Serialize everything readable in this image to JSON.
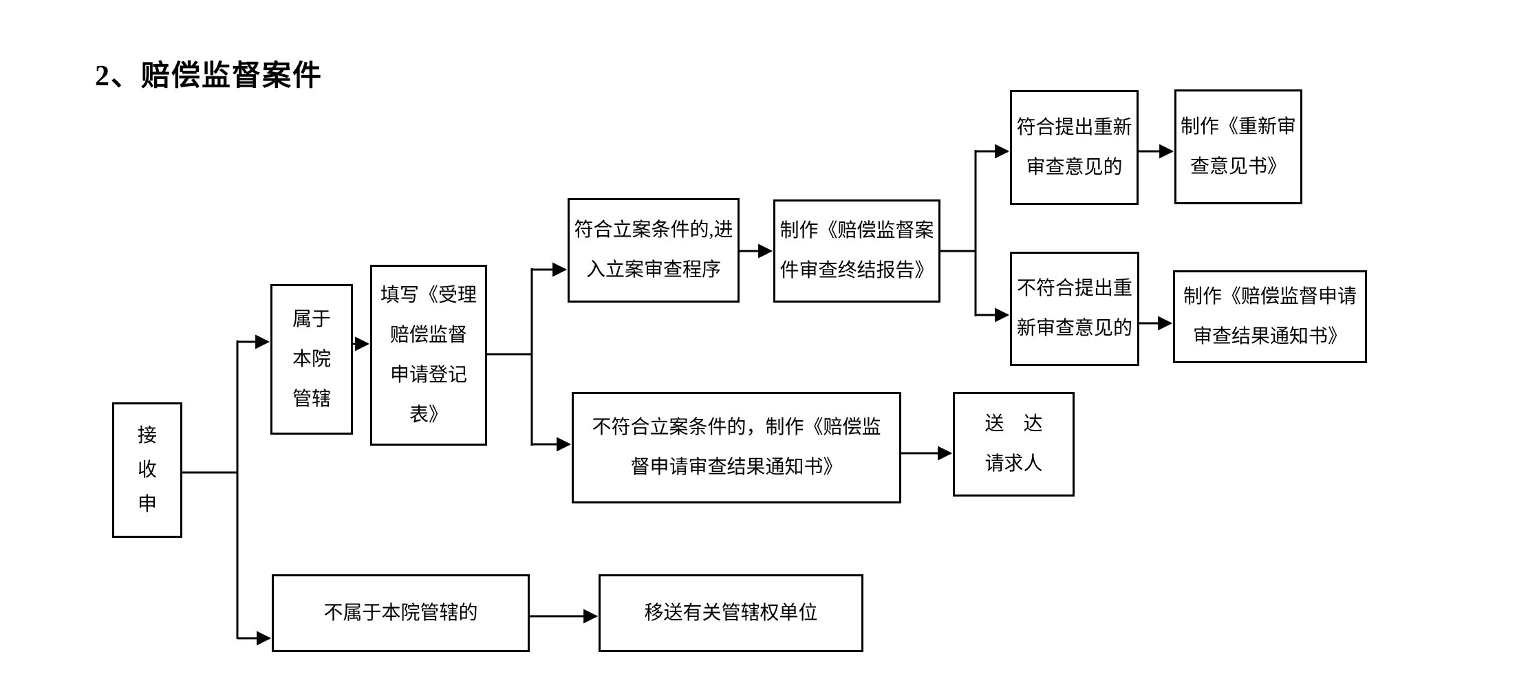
{
  "title": "2、赔偿监督案件",
  "colors": {
    "ink": "#000000",
    "background": "#ffffff"
  },
  "nodes": [
    {
      "id": "receive-application",
      "label": "接\n收\n申"
    },
    {
      "id": "within-jurisdiction",
      "label": "属于\n本院\n管辖"
    },
    {
      "id": "fill-registration-form",
      "label": "填写《受理\n赔偿监督\n申请登记\n表》"
    },
    {
      "id": "meets-filing-conditions",
      "label": "符合立案条件的,进\n入立案审查程序"
    },
    {
      "id": "make-case-review-final-report",
      "label": "制作《赔偿监督案\n件审查终结报告》"
    },
    {
      "id": "meets-reexamination-opinion",
      "label": "符合提出重新\n审查意见的"
    },
    {
      "id": "make-reexamination-opinion-doc",
      "label": "制作《重新审\n查意见书》"
    },
    {
      "id": "not-meets-reexamination-opinion",
      "label": "不符合提出重\n新审查意见的"
    },
    {
      "id": "make-review-result-notice",
      "label": "制作《赔偿监督申请\n审查结果通知书》"
    },
    {
      "id": "not-meets-filing-conditions",
      "label": "不符合立案条件的，制作《赔偿监\n督申请审查结果通知书》"
    },
    {
      "id": "serve-claimant",
      "label": "送　达\n请求人"
    },
    {
      "id": "not-within-jurisdiction",
      "label": "不属于本院管辖的"
    },
    {
      "id": "transfer-to-jurisdiction-unit",
      "label": "移送有关管辖权单位"
    }
  ],
  "edges": [
    {
      "from": "receive-application",
      "to": "within-jurisdiction"
    },
    {
      "from": "receive-application",
      "to": "not-within-jurisdiction"
    },
    {
      "from": "within-jurisdiction",
      "to": "fill-registration-form"
    },
    {
      "from": "fill-registration-form",
      "to": "meets-filing-conditions"
    },
    {
      "from": "fill-registration-form",
      "to": "not-meets-filing-conditions"
    },
    {
      "from": "meets-filing-conditions",
      "to": "make-case-review-final-report"
    },
    {
      "from": "make-case-review-final-report",
      "to": "meets-reexamination-opinion"
    },
    {
      "from": "make-case-review-final-report",
      "to": "not-meets-reexamination-opinion"
    },
    {
      "from": "meets-reexamination-opinion",
      "to": "make-reexamination-opinion-doc"
    },
    {
      "from": "not-meets-reexamination-opinion",
      "to": "make-review-result-notice"
    },
    {
      "from": "not-meets-filing-conditions",
      "to": "serve-claimant"
    },
    {
      "from": "not-within-jurisdiction",
      "to": "transfer-to-jurisdiction-unit"
    }
  ]
}
